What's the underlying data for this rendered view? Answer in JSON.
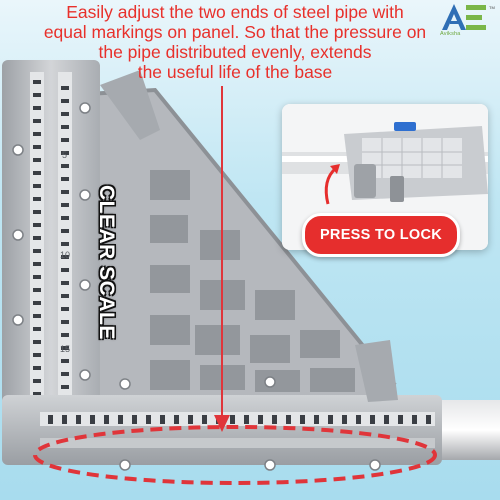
{
  "caption": {
    "line1": "Easily adjust the two ends of steel pipe with",
    "line2": "equal markings on panel. So that the pressure on",
    "line3": "the pipe distributed evenly, extends",
    "line4": "the useful life of the base"
  },
  "logo": {
    "wordmark": "Aviksha",
    "icon": "ae-monogram-icon"
  },
  "side_label": "CLEAR SCALE",
  "inset": {
    "badge_label": "PRESS TO LOCK",
    "icon": "press-arrow-icon"
  },
  "scale": {
    "numbers": [
      "5",
      "10",
      "15"
    ]
  },
  "colors": {
    "caption": "#e8302b",
    "badge": "#e62e2d",
    "bracket": "#b9bcc0",
    "background": "#bfe6f3",
    "highlight_ring": "#e0353a",
    "logo_blue": "#2f6fb5",
    "logo_green": "#7ab648"
  }
}
